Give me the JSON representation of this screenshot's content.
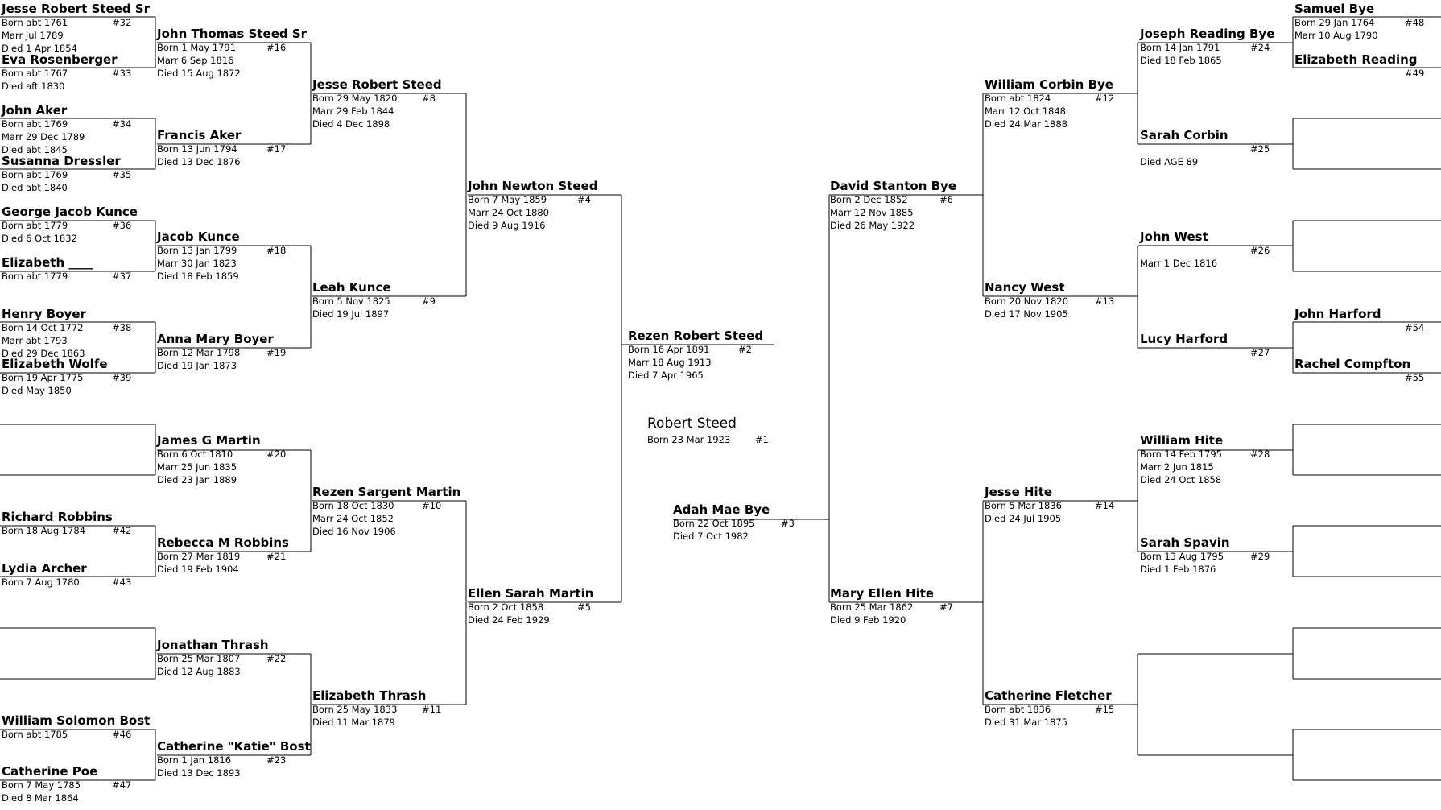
{
  "people": [
    {
      "id": "p32",
      "name": "Jesse Robert Steed Sr",
      "num": "#32",
      "lines": [
        "Born abt 1761",
        "Marr Jul 1789",
        "Died 1 Apr 1854"
      ]
    },
    {
      "id": "p33",
      "name": "Eva Rosenberger",
      "num": "#33",
      "lines": [
        "Born abt 1767",
        "Died aft 1830"
      ]
    },
    {
      "id": "p34",
      "name": "John Aker",
      "num": "#34",
      "lines": [
        "Born abt 1769",
        "Marr 29 Dec 1789",
        "Died abt 1845"
      ]
    },
    {
      "id": "p35",
      "name": "Susanna Dressler",
      "num": "#35",
      "lines": [
        "Born abt 1769",
        "Died abt 1840"
      ]
    },
    {
      "id": "p36",
      "name": "George Jacob Kunce",
      "num": "#36",
      "lines": [
        "Born abt 1779",
        "Died 6 Oct 1832"
      ]
    },
    {
      "id": "p37",
      "name": "Elizabeth ____",
      "num": "#37",
      "lines": [
        "Born abt 1779"
      ]
    },
    {
      "id": "p38",
      "name": "Henry Boyer",
      "num": "#38",
      "lines": [
        "Born 14 Oct 1772",
        "Marr abt 1793",
        "Died 29 Dec 1863"
      ]
    },
    {
      "id": "p39",
      "name": "Elizabeth Wolfe",
      "num": "#39",
      "lines": [
        "Born 19 Apr 1775",
        "Died May 1850"
      ]
    },
    {
      "id": "p42",
      "name": "Richard Robbins",
      "num": "#42",
      "lines": [
        "Born 18 Aug 1784"
      ]
    },
    {
      "id": "p43",
      "name": "Lydia Archer",
      "num": "#43",
      "lines": [
        "Born 7 Aug 1780"
      ]
    },
    {
      "id": "p46",
      "name": "William Solomon Bost",
      "num": "#46",
      "lines": [
        "Born abt 1785"
      ]
    },
    {
      "id": "p47",
      "name": "Catherine Poe",
      "num": "#47",
      "lines": [
        "Born 7 May 1785",
        "Died 8 Mar 1864"
      ]
    },
    {
      "id": "p16",
      "name": "John Thomas Steed Sr",
      "num": "#16",
      "lines": [
        "Born  1 May 1791",
        "Marr  6 Sep 1816",
        "Died 15 Aug 1872"
      ]
    },
    {
      "id": "p17",
      "name": "Francis Aker",
      "num": "#17",
      "lines": [
        "Born 13 Jun 1794",
        "Died 13 Dec 1876"
      ]
    },
    {
      "id": "p18",
      "name": "Jacob Kunce",
      "num": "#18",
      "lines": [
        "Born 13 Jan 1799",
        "Marr 30 Jan 1823",
        "Died 18 Feb 1859"
      ]
    },
    {
      "id": "p19",
      "name": "Anna Mary Boyer",
      "num": "#19",
      "lines": [
        "Born 12 Mar 1798",
        "Died 19 Jan 1873"
      ]
    },
    {
      "id": "p20",
      "name": "James G Martin",
      "num": "#20",
      "lines": [
        "Born 6 Oct 1810",
        "Marr 25 Jun 1835",
        "Died 23 Jan 1889"
      ]
    },
    {
      "id": "p21",
      "name": "Rebecca M Robbins",
      "num": "#21",
      "lines": [
        "Born 27 Mar 1819",
        "Died 19 Feb 1904"
      ]
    },
    {
      "id": "p22",
      "name": "Jonathan Thrash",
      "num": "#22",
      "lines": [
        "Born 25 Mar 1807",
        "Died 12 Aug 1883"
      ]
    },
    {
      "id": "p23",
      "name": "Catherine \"Katie\" Bost",
      "num": "#23",
      "lines": [
        "Born 1 Jan 1816",
        "Died 13 Dec 1893"
      ]
    },
    {
      "id": "p8",
      "name": "Jesse Robert Steed",
      "num": "#8",
      "lines": [
        "Born 29 May 1820",
        "Marr 29 Feb 1844",
        "Died  4 Dec 1898"
      ]
    },
    {
      "id": "p9",
      "name": "Leah Kunce",
      "num": "#9",
      "lines": [
        "Born  5 Nov 1825",
        "Died 19 Jul 1897"
      ]
    },
    {
      "id": "p10",
      "name": "Rezen Sargent Martin",
      "num": "#10",
      "lines": [
        "Born 18 Oct 1830",
        "Marr 24 Oct 1852",
        "Died 16 Nov 1906"
      ]
    },
    {
      "id": "p11",
      "name": "Elizabeth Thrash",
      "num": "#11",
      "lines": [
        "Born 25 May 1833",
        "Died 11 Mar 1879"
      ]
    },
    {
      "id": "p4",
      "name": "John Newton Steed",
      "num": "#4",
      "lines": [
        "Born  7 May 1859",
        "Marr 24 Oct 1880",
        "Died  9 Aug 1916"
      ]
    },
    {
      "id": "p5",
      "name": "Ellen Sarah Martin",
      "num": "#5",
      "lines": [
        "Born  2 Oct 1858",
        "Died 24 Feb 1929"
      ]
    },
    {
      "id": "p2",
      "name": "Rezen Robert Steed",
      "num": "#2",
      "lines": [
        "Born 16 Apr 1891",
        "Marr 18 Aug 1913",
        "Died  7 Apr 1965"
      ]
    },
    {
      "id": "p1",
      "name": "Robert Steed",
      "num": "#1",
      "lines": [
        "Born 23 Mar 1923"
      ]
    },
    {
      "id": "p3",
      "name": "Adah Mae Bye",
      "num": "#3",
      "lines": [
        "Born 22 Oct 1895",
        "Died  7 Oct 1982"
      ]
    },
    {
      "id": "p6",
      "name": "David Stanton Bye",
      "num": "#6",
      "lines": [
        "Born  2 Dec 1852",
        "Marr 12 Nov 1885",
        "Died 26 May 1922"
      ]
    },
    {
      "id": "p7",
      "name": "Mary Ellen Hite",
      "num": "#7",
      "lines": [
        "Born 25 Mar 1862",
        "Died  9 Feb 1920"
      ]
    },
    {
      "id": "p12",
      "name": "William Corbin Bye",
      "num": "#12",
      "lines": [
        "Born abt 1824",
        "Marr 12 Oct 1848",
        "Died 24 Mar 1888"
      ]
    },
    {
      "id": "p13",
      "name": "Nancy West",
      "num": "#13",
      "lines": [
        "Born 20 Nov 1820",
        "Died 17 Nov 1905"
      ]
    },
    {
      "id": "p14",
      "name": "Jesse Hite",
      "num": "#14",
      "lines": [
        "Born  5 Mar 1836",
        "Died 24 Jul 1905"
      ]
    },
    {
      "id": "p15",
      "name": "Catherine Fletcher",
      "num": "#15",
      "lines": [
        "Born abt 1836",
        "Died 31 Mar 1875"
      ]
    },
    {
      "id": "p24",
      "name": "Joseph Reading Bye",
      "num": "#24",
      "lines": [
        "Born 14 Jan 1791",
        "Died 18 Feb 1865"
      ]
    },
    {
      "id": "p25",
      "name": "Sarah Corbin",
      "num": "#25",
      "lines": [
        "",
        "Died AGE 89"
      ]
    },
    {
      "id": "p26",
      "name": "John West",
      "num": "#26",
      "lines": [
        "",
        "Marr  1 Dec 1816"
      ]
    },
    {
      "id": "p27",
      "name": "Lucy Harford",
      "num": "#27",
      "lines": []
    },
    {
      "id": "p28",
      "name": "William Hite",
      "num": "#28",
      "lines": [
        "Born 14 Feb 1795",
        "Marr  2 Jun 1815",
        "Died 24 Oct 1858"
      ]
    },
    {
      "id": "p29",
      "name": "Sarah Spavin",
      "num": "#29",
      "lines": [
        "Born 13 Aug 1795",
        "Died  1 Feb 1876"
      ]
    },
    {
      "id": "p48",
      "name": "Samuel Bye",
      "num": "#48",
      "lines": [
        "Born 29 Jan 1764",
        "Marr 10 Aug 1790"
      ]
    },
    {
      "id": "p49",
      "name": "Elizabeth Reading",
      "num": "#49",
      "lines": []
    },
    {
      "id": "p54",
      "name": "John Harford",
      "num": "#54",
      "lines": []
    },
    {
      "id": "p55",
      "name": "Rachel Compfton",
      "num": "#55",
      "lines": []
    }
  ]
}
